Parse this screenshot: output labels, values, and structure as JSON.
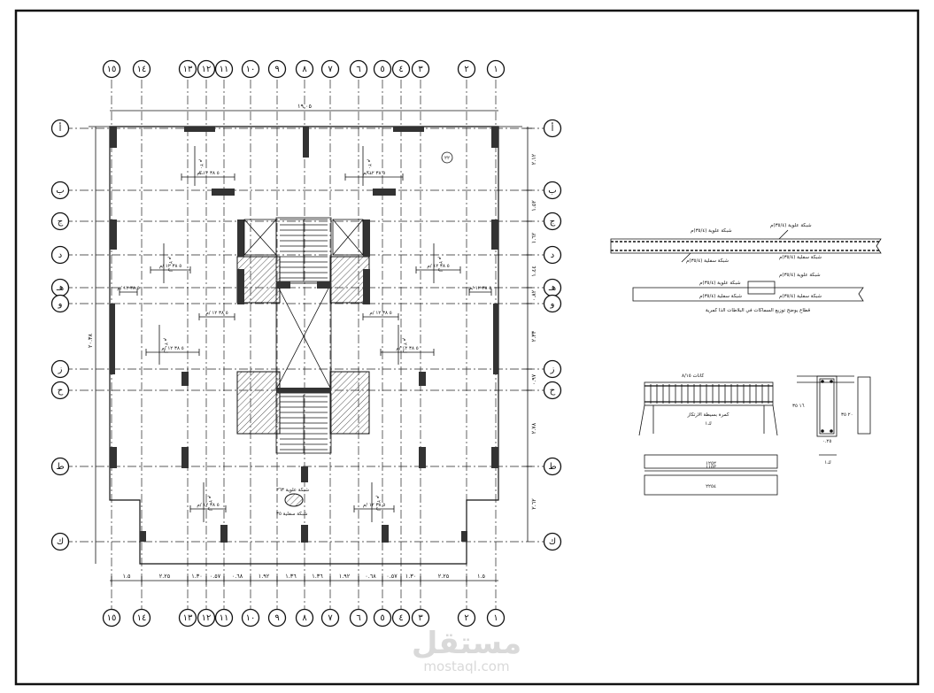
{
  "plan": {
    "column_axes": [
      "١٥",
      "١٤",
      "١٣",
      "١٢",
      "١١",
      "١٠",
      "٩",
      "٨",
      "٧",
      "٦",
      "٥",
      "٤",
      "٣",
      "٢",
      "١"
    ],
    "row_axes": [
      "أ",
      "ب",
      "ج",
      "د",
      "هـ",
      "و",
      "ز",
      "ح",
      "ط",
      "ك"
    ],
    "overall_width": "١٩.٠٥",
    "overall_height": "٢٠.٣٨",
    "bottom_dims": [
      "١.٥",
      "٢.٢٥",
      "١.٣٠",
      "٠.٥٧",
      "٠.٦٨",
      "١.٩٢",
      "١.٣٦",
      "١.٣٦",
      "١.٩٢",
      "٠.٦٨",
      "٠.٥٧",
      "١.٣٠",
      "٢.٢٥",
      "١.٥"
    ],
    "right_dims": [
      "٢.١٢",
      "١.٥٢",
      "١.٦٢",
      "١.٤٤",
      "٠.٨٢",
      "٢.٣٣",
      "٠.٩٧",
      "٢.٧٨",
      "٢.٦٢"
    ],
    "annotations": {
      "slab_tag": "٢٢",
      "bar_label": "ل ٢٠ م",
      "bar_spec": "٥ ٣٨ ١٢ /م",
      "mesh_top": "شبكة علوية ٣٦٣",
      "mesh_bottom": "شبكة سفلية ٣٥"
    }
  },
  "section_a": {
    "top_mesh": "شبكة علوية (٣٥/٤)م",
    "bottom_mesh": "شبكة سفلية (٣٥/٤)م",
    "caption": "قطاع يوضح توزيع السماكات في البلاطات الذا كمرية"
  },
  "section_b": {
    "beam_label": "كمرة بسيطة الارتكاز",
    "beam_tag": "ك١",
    "bars": [
      "١٢٥٢",
      "١١٥٢",
      "٢٢٥٤"
    ],
    "labels": [
      "كانات ٨/١٥",
      "١٦ ٣٥",
      "٢٠ ٣٥"
    ],
    "section_tag": "ك١",
    "dim": "٠.٢٥"
  },
  "watermark": {
    "arabic": "مستقل",
    "latin": "mostaql.com"
  }
}
